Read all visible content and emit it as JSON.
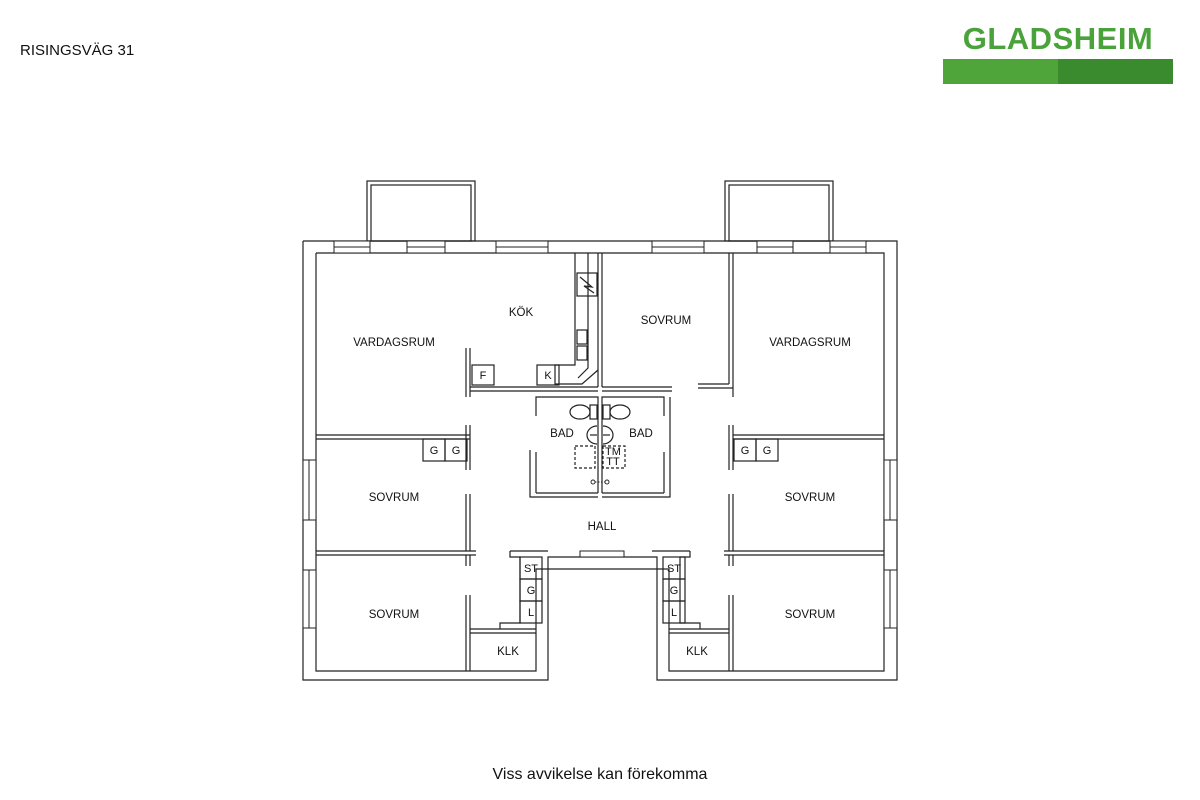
{
  "header": {
    "address": "RISINGSVÄG 31",
    "brand": "GLADSHEIM",
    "brand_colors": [
      "#4fa53a",
      "#3a8a2e"
    ]
  },
  "rooms": {
    "vardagsrum_left": "VARDAGSRUM",
    "kok": "KÖK",
    "sovrum_top_center": "SOVRUM",
    "vardagsrum_right": "VARDAGSRUM",
    "sovrum_mid_left": "SOVRUM",
    "sovrum_mid_right": "SOVRUM",
    "sovrum_bottom_left": "SOVRUM",
    "sovrum_bottom_right": "SOVRUM",
    "bad_left": "BAD",
    "bad_right": "BAD",
    "hall": "HALL",
    "klk_left": "KLK",
    "klk_right": "KLK"
  },
  "fixtures": {
    "fridge": "F",
    "freezer": "K",
    "wardrobe": "G",
    "tm": "TM",
    "tt": "TT",
    "st": "ST",
    "linen": "L"
  },
  "footer": {
    "disclaimer": "Viss avvikelse kan förekomma"
  }
}
